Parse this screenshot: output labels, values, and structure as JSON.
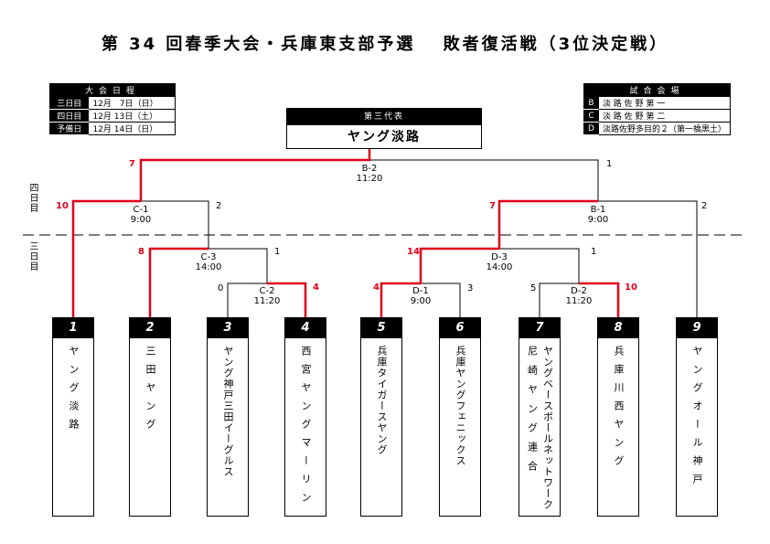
{
  "title": "第 34 回春季大会・兵庫東支部予選　 敗者復活戦（3位決定戦）",
  "schedule": {
    "header": "大会日程",
    "rows": [
      {
        "label": "三日目",
        "value": "12月　7日（日）"
      },
      {
        "label": "四日目",
        "value": "12月 13日（土）"
      },
      {
        "label": "予備日",
        "value": "12月 14日（日）"
      }
    ]
  },
  "venues": {
    "header": "試合会場",
    "rows": [
      {
        "label": "B",
        "value": "淡 路 佐 野 第 一"
      },
      {
        "label": "C",
        "value": "淡 路 佐 野 第 二"
      },
      {
        "label": "D",
        "value": "淡路佐野多目的２（第一橋黒土）"
      }
    ]
  },
  "champion": {
    "header": "第三代表",
    "team": "ヤング淡路"
  },
  "day_labels": {
    "day4": "四日目",
    "day3": "三日目"
  },
  "matches": [
    {
      "id": "B-2",
      "time": "11:20",
      "left_score": "7",
      "right_score": "1"
    },
    {
      "id": "C-1",
      "time": "9:00",
      "left_score": "10",
      "right_score": "2"
    },
    {
      "id": "B-1",
      "time": "9:00",
      "left_score": "7",
      "right_score": "2"
    },
    {
      "id": "C-3",
      "time": "14:00",
      "left_score": "8",
      "right_score": "1"
    },
    {
      "id": "D-3",
      "time": "14:00",
      "left_score": "14",
      "right_score": "1"
    },
    {
      "id": "C-2",
      "time": "11:20",
      "left_score": "0",
      "right_score": "4"
    },
    {
      "id": "D-1",
      "time": "9:00",
      "left_score": "4",
      "right_score": "3"
    },
    {
      "id": "D-2",
      "time": "11:20",
      "left_score": "5",
      "right_score": "10"
    }
  ],
  "teams": [
    {
      "num": "1",
      "lines": [
        "ヤング淡路"
      ]
    },
    {
      "num": "2",
      "lines": [
        "三田ヤング"
      ]
    },
    {
      "num": "3",
      "lines": [
        "ヤング神戸三田イーグルス"
      ]
    },
    {
      "num": "4",
      "lines": [
        "西宮ヤングマーリン"
      ]
    },
    {
      "num": "5",
      "lines": [
        "兵庫タイガースヤング"
      ]
    },
    {
      "num": "6",
      "lines": [
        "兵庫ヤングフェニックス"
      ]
    },
    {
      "num": "7",
      "lines": [
        "ヤングベースボールネットワーク",
        "尼崎ヤング連合"
      ]
    },
    {
      "num": "8",
      "lines": [
        "兵庫川西ヤング"
      ]
    },
    {
      "num": "9",
      "lines": [
        "ヤングオール神戸"
      ]
    }
  ],
  "colors": {
    "winner": "#e0001a",
    "line": "#000000"
  }
}
